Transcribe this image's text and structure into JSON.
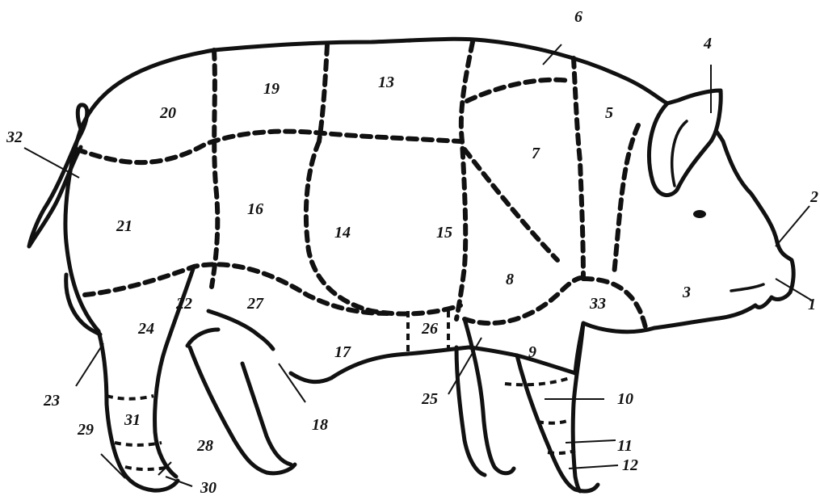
{
  "labels": [
    "1",
    "2",
    "3",
    "4",
    "5",
    "6",
    "7",
    "8",
    "9",
    "10",
    "11",
    "12",
    "13",
    "14",
    "15",
    "16",
    "17",
    "18",
    "19",
    "20",
    "21",
    "22",
    "23",
    "24",
    "25",
    "26",
    "27",
    "28",
    "29",
    "30",
    "31",
    "32",
    "33"
  ]
}
